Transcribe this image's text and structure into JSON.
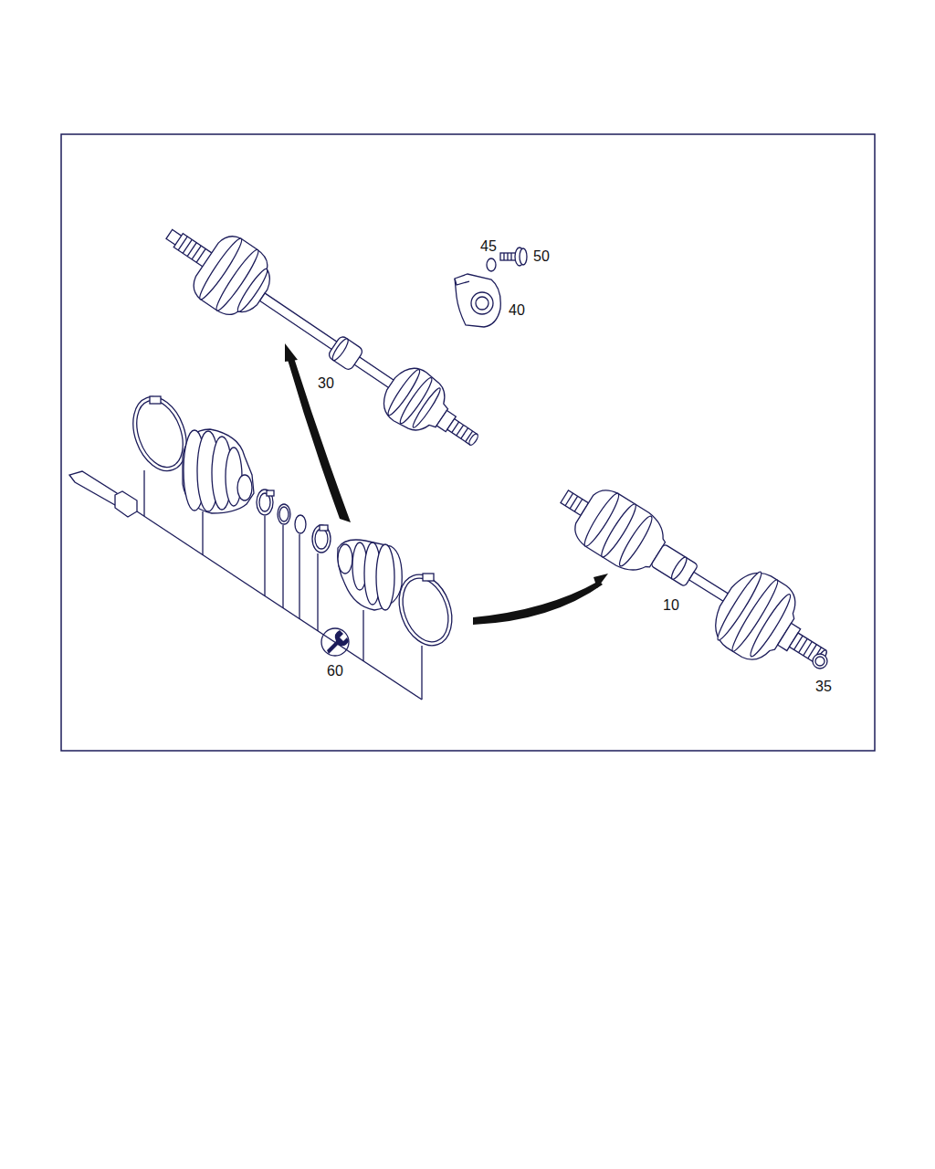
{
  "diagram": {
    "labels": [
      "45",
      "50",
      "40",
      "30",
      "10",
      "60",
      "35"
    ]
  }
}
